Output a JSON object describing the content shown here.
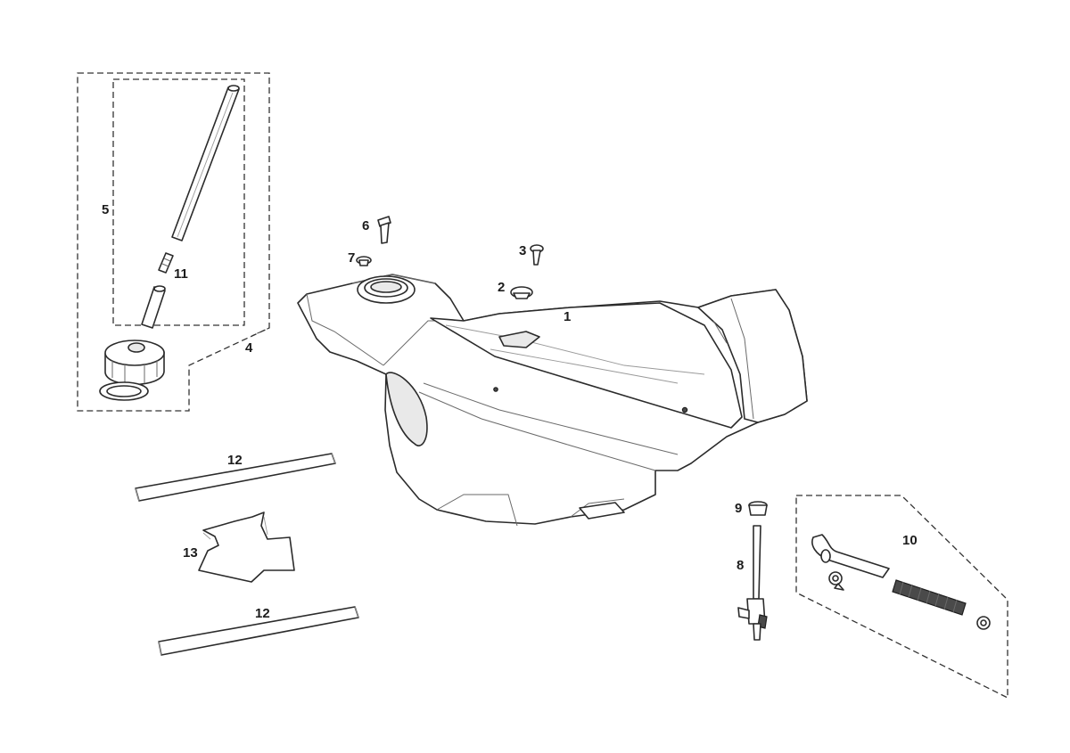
{
  "diagram": {
    "callouts": [
      {
        "id": "c1",
        "label": "1"
      },
      {
        "id": "c2",
        "label": "2"
      },
      {
        "id": "c3",
        "label": "3"
      },
      {
        "id": "c4",
        "label": "4"
      },
      {
        "id": "c5",
        "label": "5"
      },
      {
        "id": "c6",
        "label": "6"
      },
      {
        "id": "c7",
        "label": "7"
      },
      {
        "id": "c8",
        "label": "8"
      },
      {
        "id": "c9",
        "label": "9"
      },
      {
        "id": "c10",
        "label": "10"
      },
      {
        "id": "c11",
        "label": "11"
      },
      {
        "id": "c12a",
        "label": "12"
      },
      {
        "id": "c12b",
        "label": "12"
      },
      {
        "id": "c13",
        "label": "13"
      }
    ]
  }
}
